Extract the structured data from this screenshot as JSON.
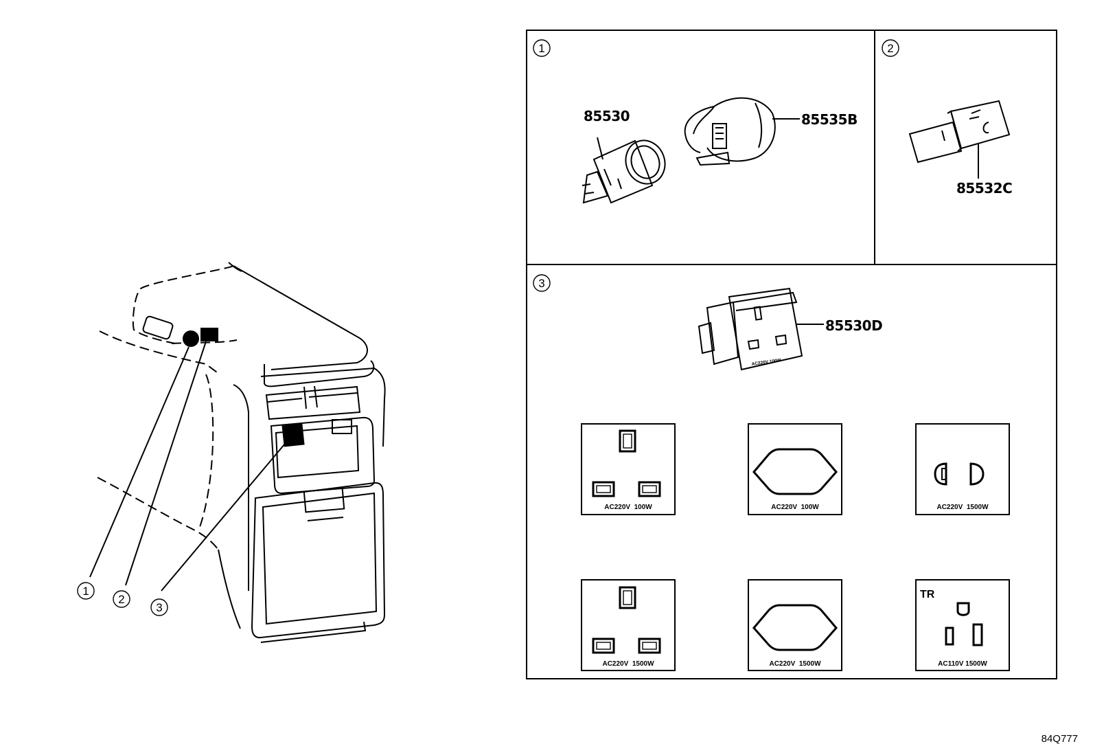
{
  "overview": {
    "callouts": [
      "1",
      "2",
      "3"
    ]
  },
  "panels": {
    "p1": {
      "number": "1",
      "parts": [
        "85530",
        "85535B"
      ]
    },
    "p2": {
      "number": "2",
      "parts": [
        "85532C"
      ]
    },
    "p3": {
      "number": "3",
      "parts": [
        "85530D"
      ],
      "mini_label": "AC220V  100W"
    }
  },
  "sockets": [
    {
      "type": "uk-3pin",
      "rating": "AC220V  100W"
    },
    {
      "type": "europlug",
      "rating": "AC220V  100W"
    },
    {
      "type": "universal-2pin",
      "rating": "AC220V  1500W"
    },
    {
      "type": "uk-3pin",
      "rating": "AC220V  1500W"
    },
    {
      "type": "europlug",
      "rating": "AC220V  1500W"
    },
    {
      "type": "us-3pin",
      "rating": "AC110V 1500W",
      "badge": "TR"
    }
  ],
  "figure_id": "84Q777"
}
